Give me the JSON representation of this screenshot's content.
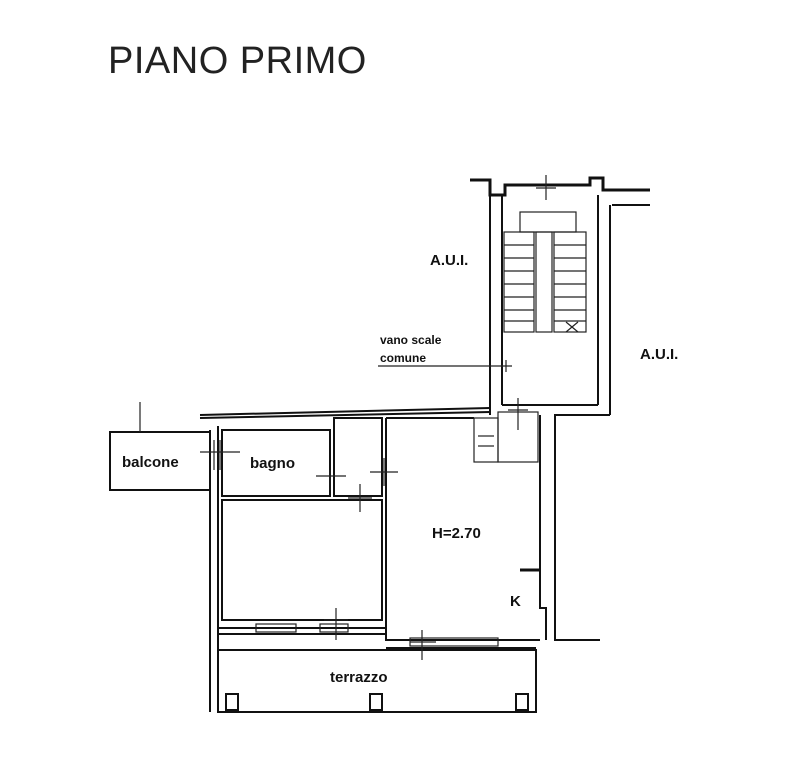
{
  "title": "PIANO PRIMO",
  "labels": {
    "aui_left": "A.U.I.",
    "aui_right": "A.U.I.",
    "stair_line1": "vano scale",
    "stair_line2": "comune",
    "balcony": "balcone",
    "bathroom": "bagno",
    "height": "H=2.70",
    "kitchen": "K",
    "terrace": "terrazzo"
  }
}
